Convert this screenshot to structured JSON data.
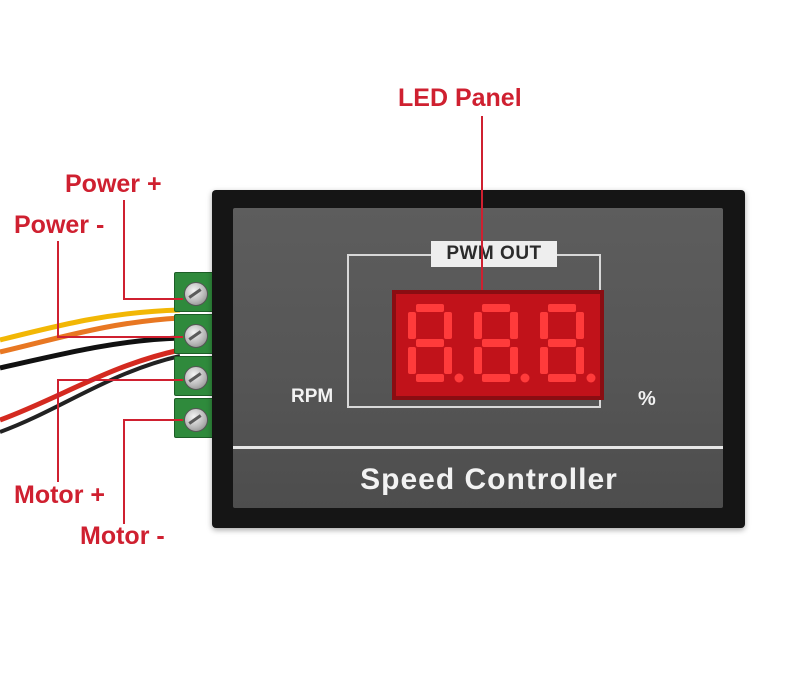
{
  "labels": {
    "led_panel": "LED Panel",
    "power_plus": "Power +",
    "power_minus": "Power -",
    "motor_plus": "Motor +",
    "motor_minus": "Motor -"
  },
  "device": {
    "pwm_out": "PWM OUT",
    "rpm": "RPM",
    "percent": "%",
    "title": "Speed Controller",
    "display_digits": "8.8.8."
  },
  "colors": {
    "callout": "#cf2030",
    "led_segment": "#ff3b3b",
    "led_background": "#c1121a",
    "terminal": "#2f8a3c"
  },
  "wires": [
    {
      "color": "#f2b705"
    },
    {
      "color": "#e87722"
    },
    {
      "color": "#111111"
    },
    {
      "color": "#d42a20"
    }
  ]
}
